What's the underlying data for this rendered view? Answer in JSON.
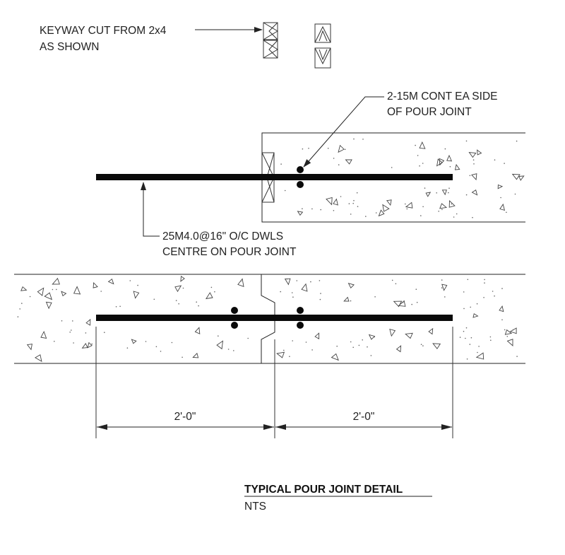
{
  "notes": {
    "keyway_line1": "KEYWAY CUT FROM 2x4",
    "keyway_line2": "AS SHOWN",
    "rebar_line1": "2-15M CONT EA SIDE",
    "rebar_line2": "OF POUR JOINT",
    "dowel_line1": "25M4.0@16\" O/C DWLS",
    "dowel_line2": "CENTRE ON POUR JOINT"
  },
  "dimensions": {
    "left": "2'-0\"",
    "right": "2'-0\""
  },
  "title": {
    "main": "TYPICAL POUR JOINT DETAIL",
    "scale": "NTS"
  },
  "colors": {
    "linework": "#222222",
    "rebar": "#0a0a0a",
    "background": "#ffffff"
  }
}
